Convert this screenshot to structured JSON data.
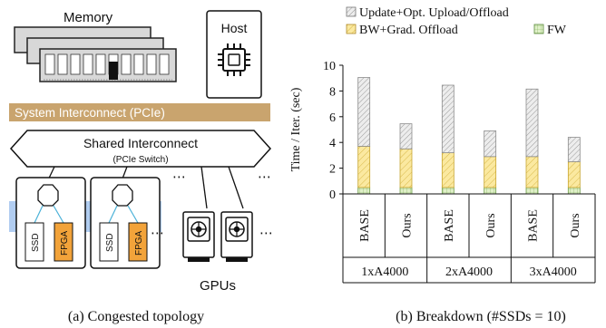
{
  "topology": {
    "memory_label": "Memory",
    "host_label": "Host",
    "system_interconnect_label": "System Interconnect (PCIe)",
    "shared_interconnect_label": "Shared Interconnect",
    "pcie_switch_label": "(PCIe Switch)",
    "ssd_label": "SSD",
    "fpga_label": "FPGA",
    "gpus_label": "GPUs",
    "ellipsis": "⋯",
    "caption": "(a) Congested topology",
    "colors": {
      "system_interconnect": "#c9a46e",
      "blue_band": "#a9c8ef",
      "fpga": "#f2a33a"
    },
    "icons": [
      "memory-module-icon",
      "chip-icon",
      "gpu-card-icon",
      "switch-octagon-icon"
    ]
  },
  "chart_data": {
    "type": "bar",
    "stacked": true,
    "ylabel": "Time / Iter. (sec)",
    "ylim": [
      0,
      10
    ],
    "yticks": [
      "0",
      "2",
      "4",
      "6",
      "8",
      "10"
    ],
    "categories": [
      "BASE",
      "Ours",
      "BASE",
      "Ours",
      "BASE",
      "Ours"
    ],
    "groups": [
      "1xA4000",
      "2xA4000",
      "3xA4000"
    ],
    "legend_position": "top",
    "series": [
      {
        "name": "FW",
        "color": "#dff0c8",
        "stroke": "#6f9f4c",
        "pattern": "grid",
        "values": [
          0.5,
          0.5,
          0.5,
          0.5,
          0.5,
          0.5
        ]
      },
      {
        "name": "BW+Grad. Offload",
        "color": "#fbe9a0",
        "stroke": "#c8a632",
        "pattern": "diagonal",
        "values": [
          3.2,
          3.0,
          2.7,
          2.4,
          2.4,
          2.0
        ]
      },
      {
        "name": "Update+Opt. Upload/Offload",
        "color": "#e4e4e4",
        "stroke": "#8d8d8d",
        "pattern": "diagonal-dense",
        "values": [
          5.35,
          1.95,
          5.25,
          2.0,
          5.25,
          1.9
        ]
      }
    ],
    "legend_order": [
      "Update+Opt. Upload/Offload",
      "BW+Grad. Offload",
      "FW"
    ],
    "caption": "(b) Breakdown (#SSDs = 10)"
  }
}
